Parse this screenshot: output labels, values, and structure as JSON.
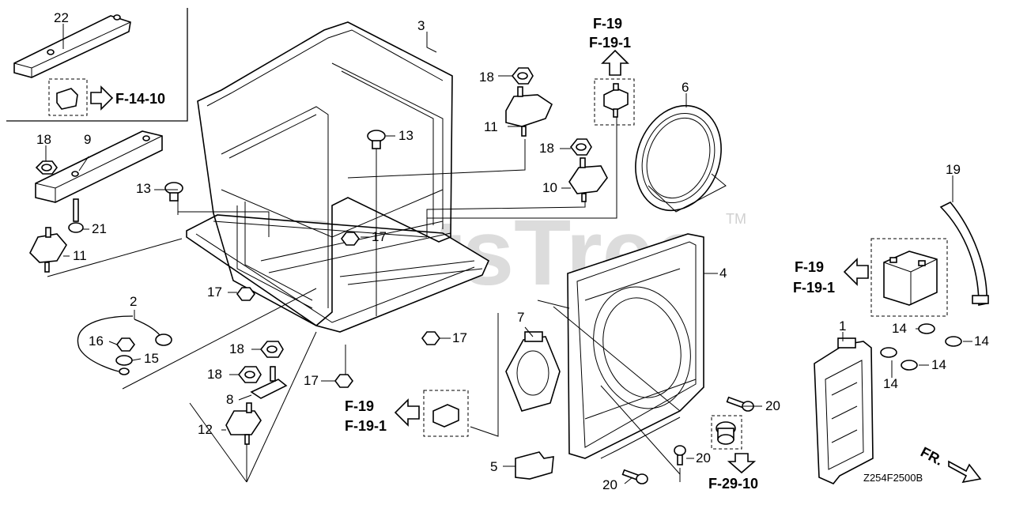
{
  "watermark": {
    "text": "PartsTree",
    "trademark": "TM"
  },
  "diagram_code": "Z254F2500B",
  "front_marker": "FR.",
  "refs": {
    "f_14_10": "F-14-10",
    "f_19": "F-19",
    "f_19_1": "F-19-1",
    "f_29_10": "F-29-10"
  },
  "callouts": {
    "c1": "1",
    "c2": "2",
    "c3": "3",
    "c4": "4",
    "c5": "5",
    "c6": "6",
    "c7": "7",
    "c8": "8",
    "c9": "9",
    "c10": "10",
    "c11": "11",
    "c12": "12",
    "c13": "13",
    "c14": "14",
    "c15": "15",
    "c16": "16",
    "c17": "17",
    "c18": "18",
    "c19": "19",
    "c20": "20",
    "c21": "21",
    "c22": "22"
  },
  "icons": [
    "frame-part",
    "cover-panel",
    "gasket-ring",
    "battery",
    "strap",
    "bolt",
    "nut",
    "grommet",
    "clip",
    "arrow-right",
    "arrow-left",
    "arrow-up",
    "arrow-down"
  ]
}
